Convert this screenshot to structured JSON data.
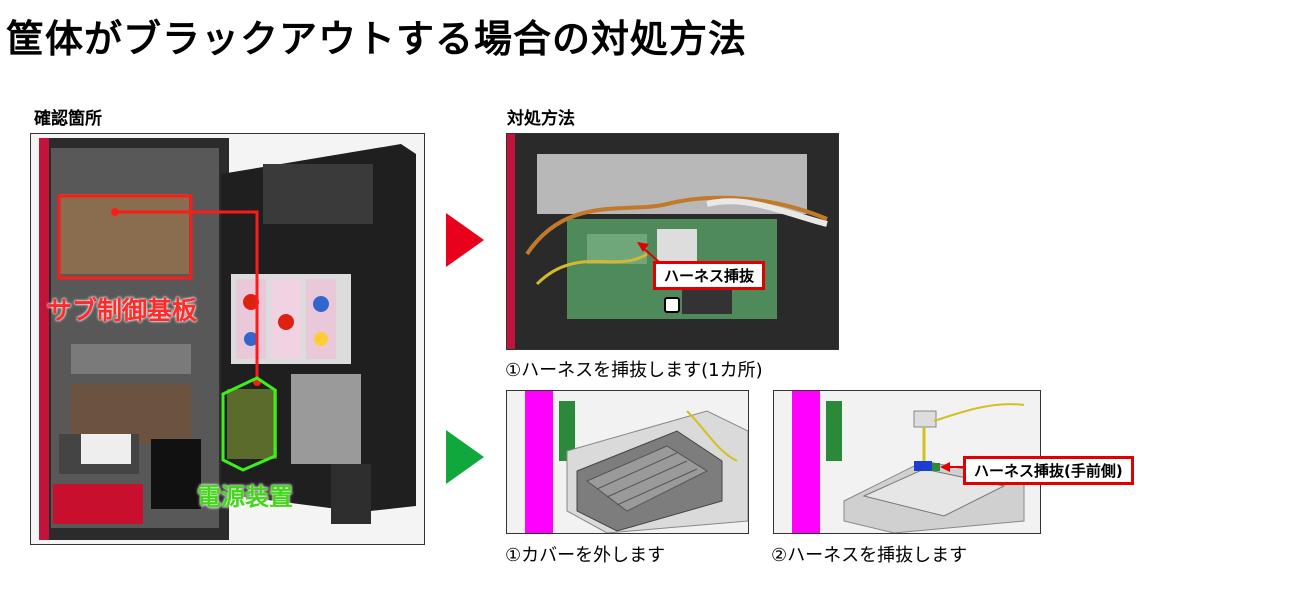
{
  "title": "筐体がブラックアウトする場合の対処方法",
  "sections": {
    "check_location": "確認箇所",
    "countermeasure": "対処方法"
  },
  "labels": {
    "sub_control_board": "サブ制御基板",
    "power_supply": "電源装置"
  },
  "callouts": {
    "harness_unplug": "ハーネス挿抜",
    "harness_unplug_front": "ハーネス挿抜(手前側)"
  },
  "captions": {
    "step_top": "①ハーネスを挿抜します(1カ所)",
    "step_cover": "①カバーを外します",
    "step_harness": "②ハーネスを挿抜します"
  },
  "colors": {
    "red_arrow": "#e8001c",
    "green_arrow": "#10a83c",
    "red_callout": "#e00000",
    "green_label": "#44d61a",
    "red_label": "#ff2a2a"
  },
  "icons": {
    "arrow_red": "triangle-right",
    "arrow_green": "triangle-right"
  }
}
